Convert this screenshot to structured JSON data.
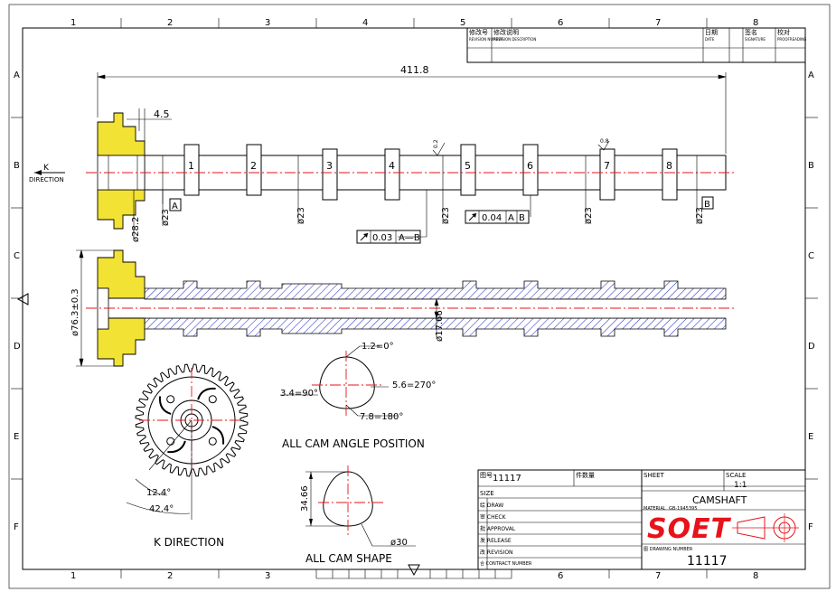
{
  "grid": {
    "columns": [
      "1",
      "2",
      "3",
      "4",
      "5",
      "6",
      "7",
      "8"
    ],
    "rows": [
      "A",
      "B",
      "C",
      "D",
      "E",
      "F"
    ]
  },
  "revision_block": {
    "number_cn": "修改号",
    "number_en": "REVISION NUMBER",
    "desc_cn": "修改说明",
    "desc_en": "REVISION DESCRIPTION",
    "date_cn": "日期",
    "date_en": "DATE",
    "sign_cn": "签名",
    "sign_en": "SIGNATURE",
    "proof_cn": "校对",
    "proof_en": "PROOFREADING"
  },
  "top_view": {
    "overall_length": "411.8",
    "flange_offset": "4.5",
    "k_direction_label": "K",
    "direction_word": "DIRECTION",
    "lobe_numbers": [
      "1",
      "2",
      "3",
      "4",
      "5",
      "6",
      "7",
      "8"
    ],
    "diameter_left": "ø23",
    "diameter_hub": "ø28.2",
    "diameter_3": "ø23",
    "diameter_5": "ø23",
    "diameter_7": "ø23",
    "diameter_8": "ø23",
    "datum_a": "A",
    "datum_b": "B",
    "runout_1_value": "0.03",
    "runout_1_ref": "A—B",
    "runout_2_value": "0.04",
    "runout_2_ref_a": "A",
    "runout_2_ref_b": "B",
    "rough_1": "0.2",
    "rough_2": "0.8"
  },
  "section_view": {
    "outer_diameter": "ø76.3±0.3",
    "bore_diameter": "ø17.66"
  },
  "cam_angles": {
    "top": "1.2=0°",
    "left": "3.4=90°",
    "right": "5.6=270°",
    "bottom": "7.8=180°",
    "caption": "ALL CAM ANGLE POSITION"
  },
  "cam_shape": {
    "height": "34.66",
    "diameter": "ø30",
    "caption": "ALL CAM SHAPE"
  },
  "gear_view": {
    "angle_1": "12.4°",
    "angle_2": "42.4°",
    "caption": "K DIRECTION"
  },
  "title_block": {
    "part_no_label": "图号",
    "part_no": "11117",
    "gross_weight_label": "件数量",
    "sheet_label": "SHEET",
    "scale_label": "SCALE",
    "scale_value": "1:1",
    "size_label": "SIZE",
    "title": "CAMSHAFT",
    "material_label": "MATERIAL",
    "material_value": "GB-1945395",
    "rows": [
      "绘 DRAW",
      "审 CHECK",
      "批 APPROVAL",
      "发 RELEASE",
      "改 REVISION",
      "合 CONTRACT NUMBER"
    ],
    "logo_text": "SOET",
    "drawing_number_label": "图 DRAWING NUMBER",
    "drawing_number": "11117"
  }
}
